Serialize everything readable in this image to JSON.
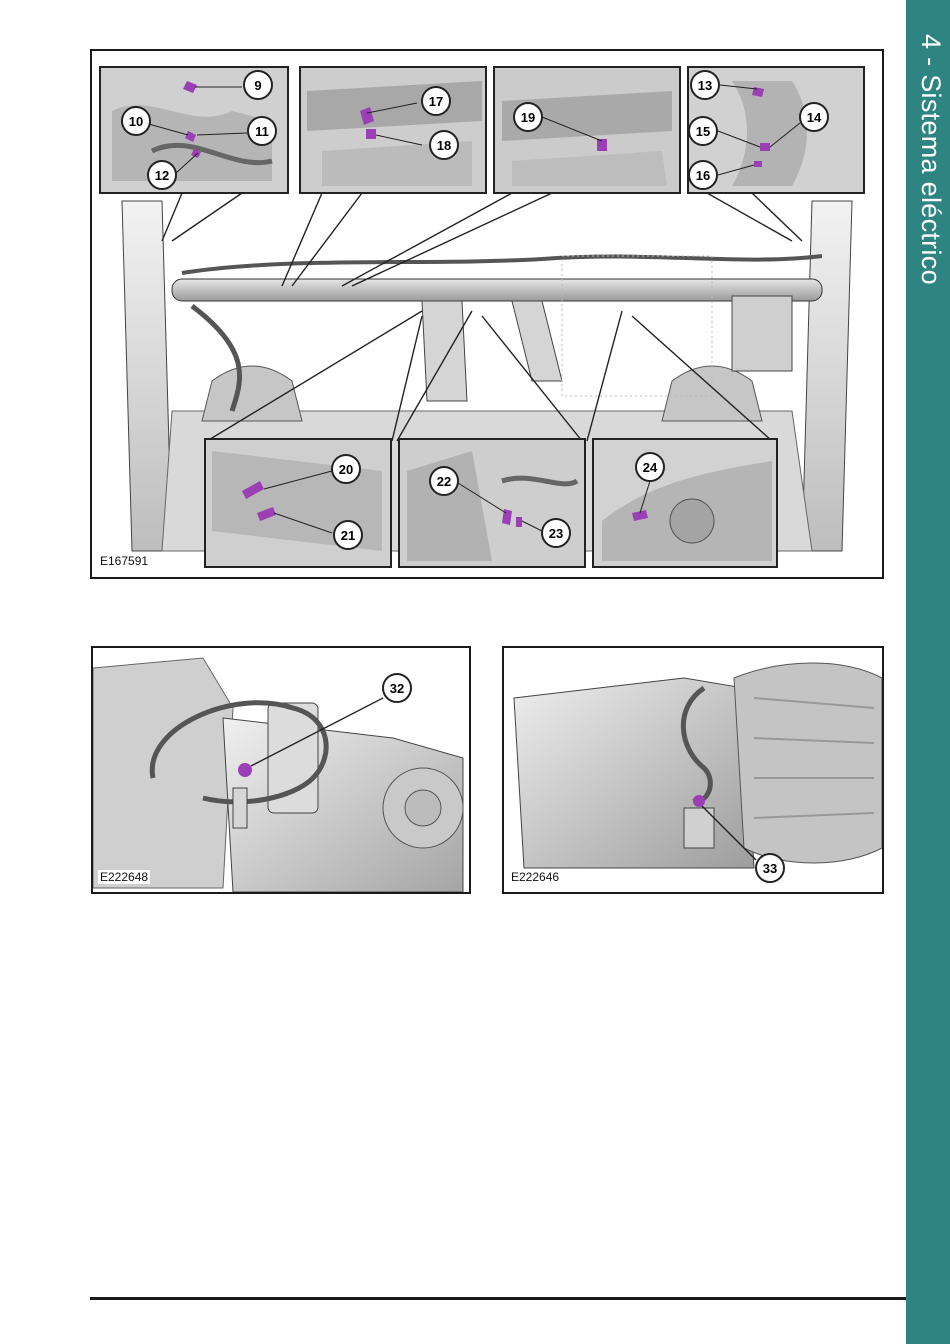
{
  "sidebar": {
    "title": "4 - Sistema eléctrico"
  },
  "figure1": {
    "id": "E167591",
    "callouts": [
      "9",
      "10",
      "11",
      "12",
      "13",
      "14",
      "15",
      "16",
      "17",
      "18",
      "19",
      "20",
      "21",
      "22",
      "23",
      "24"
    ]
  },
  "figure2": {
    "id": "E222648",
    "callouts": [
      "32"
    ]
  },
  "figure3": {
    "id": "E222646",
    "callouts": [
      "33"
    ]
  },
  "colors": {
    "accent": "#2e8480",
    "highlight": "#9b3fb5",
    "frame": "#1a1a1a"
  }
}
